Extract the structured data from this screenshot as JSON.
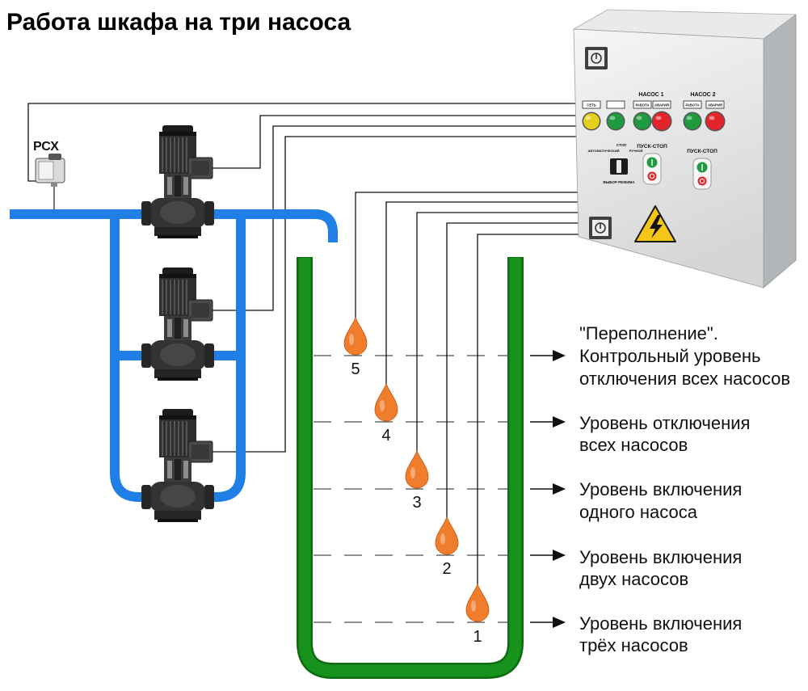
{
  "title": "Работа шкафа на три насоса",
  "pressure_switch": {
    "label": "РСХ"
  },
  "cabinet": {
    "pump_labels": [
      "НАСОС 1",
      "НАСОС 2"
    ],
    "lamps": [
      {
        "label": "СЕТЬ",
        "color": "#e6cf1c"
      },
      {
        "color": "#1f9a3e"
      },
      {
        "label": "РАБОТА",
        "color": "#1f9a3e"
      },
      {
        "label": "АВАРИЯ",
        "color": "#e3242b"
      },
      {
        "label": "РАБОТА",
        "color": "#1f9a3e"
      },
      {
        "label": "АВАРИЯ",
        "color": "#e3242b"
      }
    ],
    "mode_selector": {
      "stop": "СТОП",
      "auto": "АВТОМАТИЧЕСКИЙ",
      "manual": "РУЧНОЙ",
      "caption": "ВЫБОР РЕЖИМА"
    },
    "start_stop_labels": [
      "ПУСК-СТОП",
      "ПУСК-СТОП"
    ],
    "icons": [
      "power-switch-icon",
      "high-voltage-warning-icon"
    ]
  },
  "float_switches": [
    {
      "number": "5"
    },
    {
      "number": "4"
    },
    {
      "number": "3"
    },
    {
      "number": "2"
    },
    {
      "number": "1"
    }
  ],
  "levels": [
    {
      "lines": [
        "\"Переполнение\".",
        "Контрольный уровень",
        "отключения всех насосов"
      ]
    },
    {
      "lines": [
        "Уровень отключения",
        "всех насосов"
      ]
    },
    {
      "lines": [
        "Уровень включения",
        "одного насоса"
      ]
    },
    {
      "lines": [
        "Уровень включения",
        "двух насосов"
      ]
    },
    {
      "lines": [
        "Уровень включения",
        "трёх насосов"
      ]
    }
  ],
  "colors": {
    "pipe": "#1f7fe6",
    "tank": "#17921c",
    "float": "#f07d2c",
    "warning": "#f5c518"
  }
}
